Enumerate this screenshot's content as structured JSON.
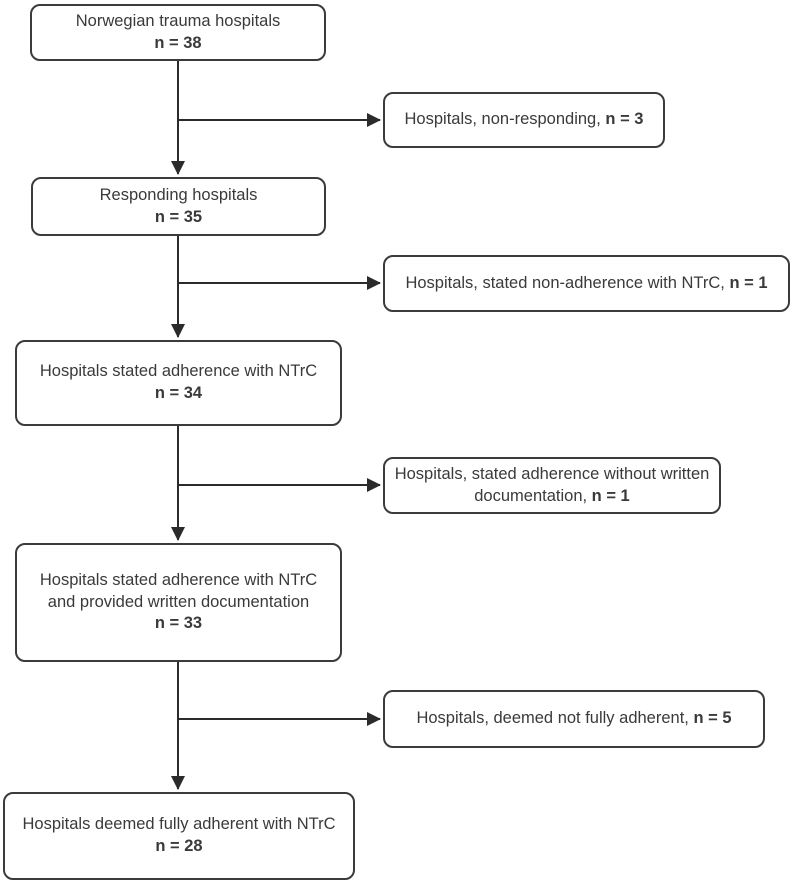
{
  "colors": {
    "box_border": "#3b3b3b",
    "text": "#3a3a3a",
    "arrow": "#2b2b2b",
    "background": "#ffffff"
  },
  "main_nodes": [
    {
      "label": "Norwegian trauma hospitals",
      "n": "n = 38"
    },
    {
      "label": "Responding hospitals",
      "n": "n = 35"
    },
    {
      "label": "Hospitals stated adherence with NTrC",
      "n": "n = 34"
    },
    {
      "label": "Hospitals stated adherence with NTrC and provided written documentation",
      "n": "n = 33"
    },
    {
      "label": "Hospitals deemed fully adherent with NTrC",
      "n": "n = 28"
    }
  ],
  "side_nodes": [
    {
      "label": "Hospitals, non-responding,",
      "n": "n = 3"
    },
    {
      "label": "Hospitals, stated non-adherence with NTrC,",
      "n": "n = 1"
    },
    {
      "label": "Hospitals, stated adherence without written documentation,",
      "n": "n = 1"
    },
    {
      "label": "Hospitals, deemed not fully adherent,",
      "n": "n = 5"
    }
  ]
}
